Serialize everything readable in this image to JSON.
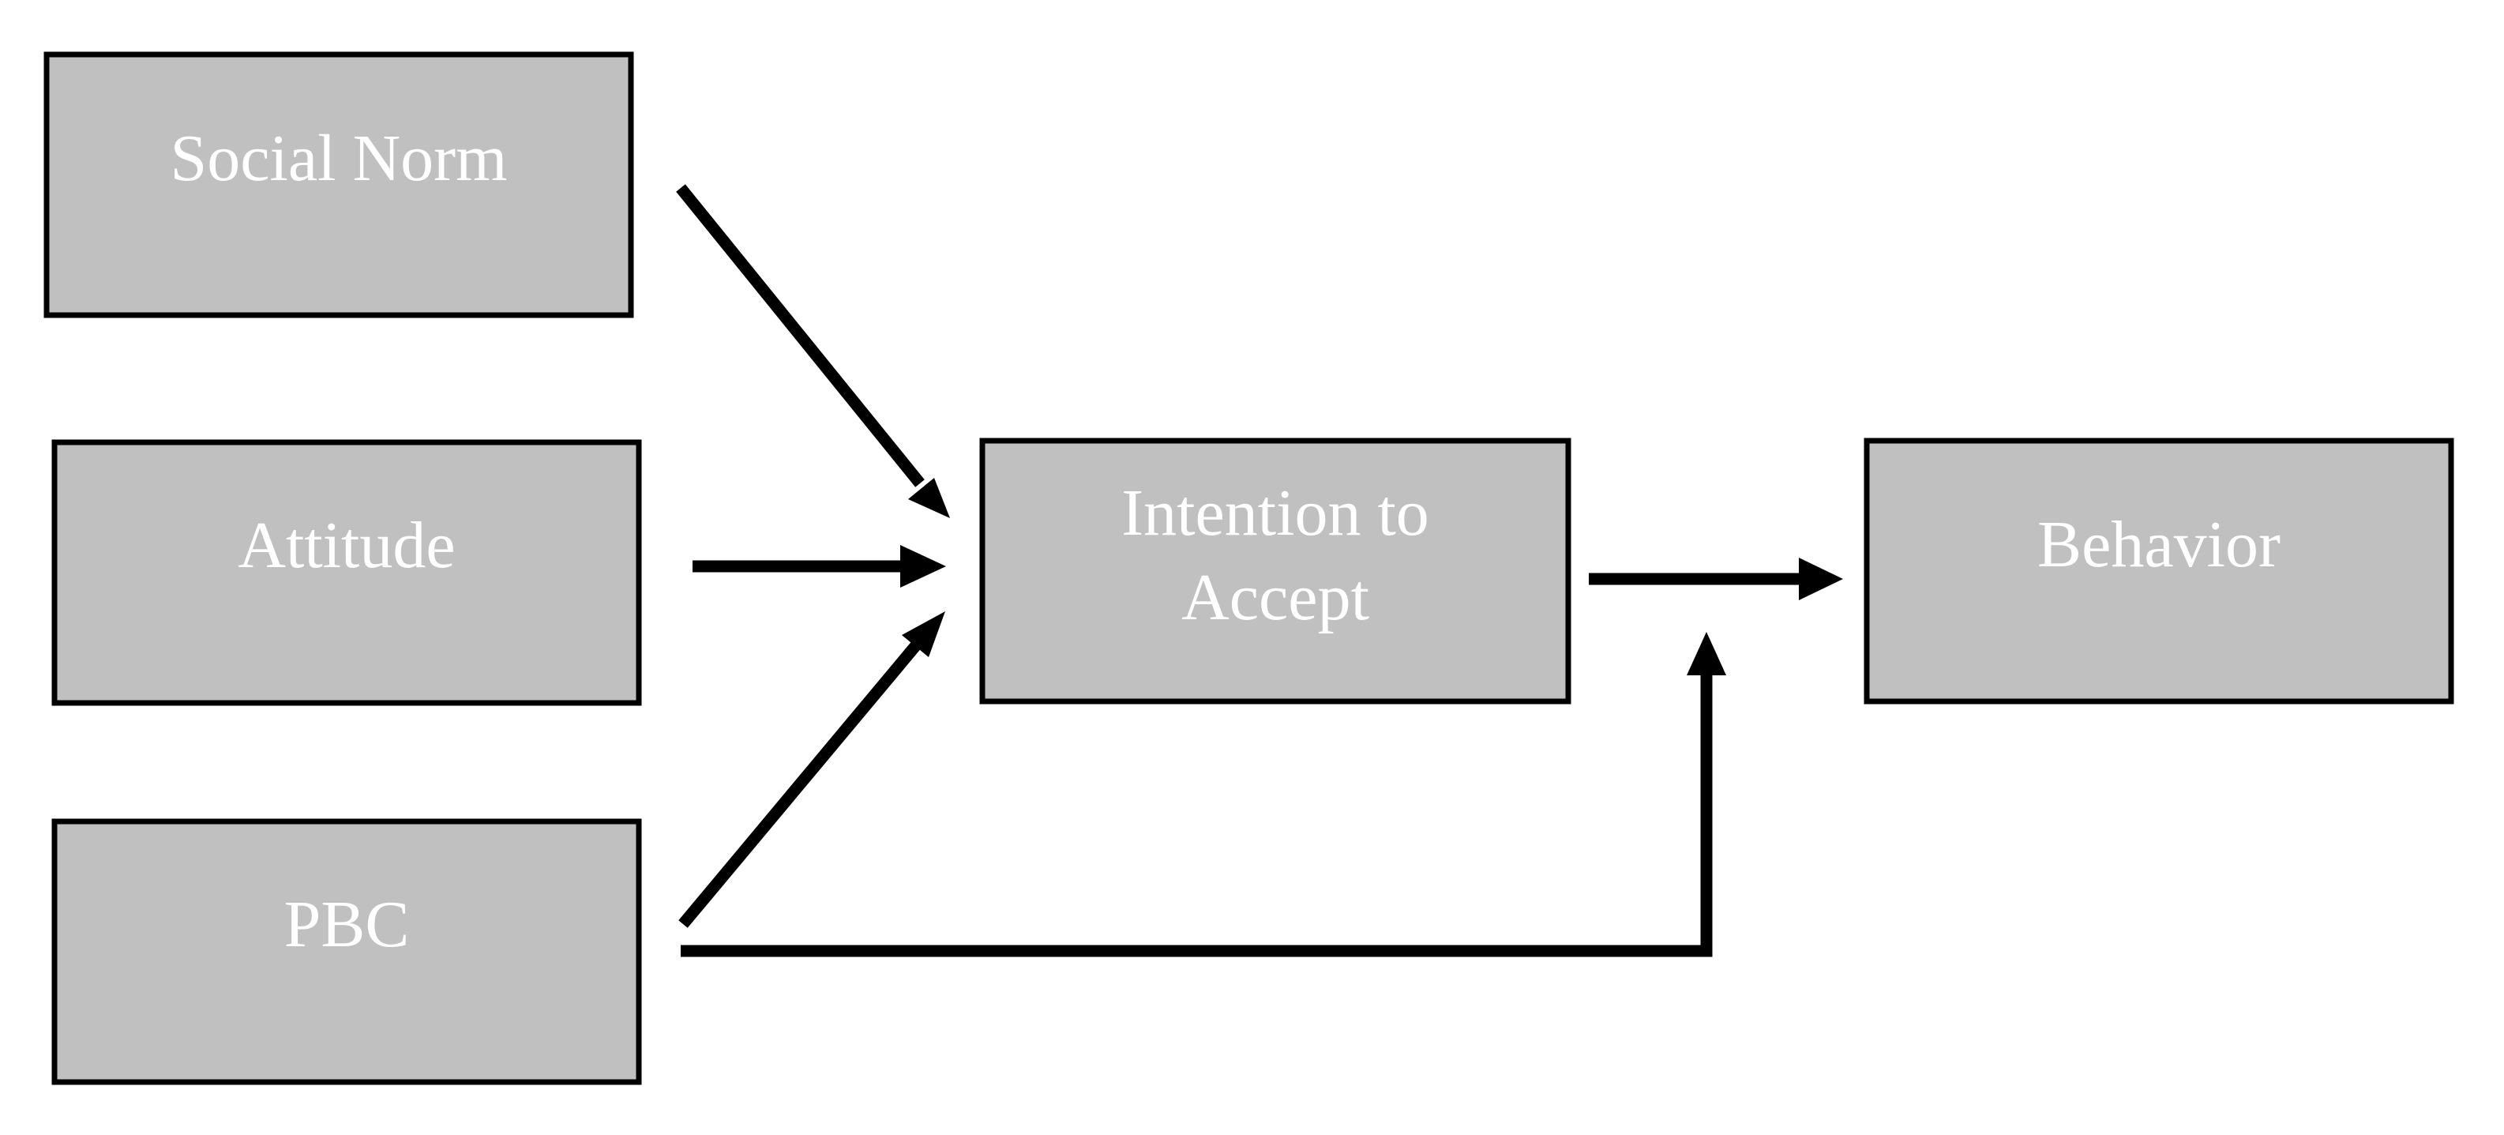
{
  "diagram": {
    "nodes": [
      {
        "id": "social-norm",
        "lines": [
          "Social Norm"
        ]
      },
      {
        "id": "attitude",
        "lines": [
          "Attitude"
        ]
      },
      {
        "id": "pbc",
        "lines": [
          "PBC"
        ]
      },
      {
        "id": "intention",
        "lines": [
          "Intention to",
          "Accept"
        ]
      },
      {
        "id": "behavior",
        "lines": [
          "Behavior"
        ]
      }
    ],
    "edges": [
      {
        "id": "social-norm-to-intention",
        "from": "social-norm",
        "to": "intention"
      },
      {
        "id": "attitude-to-intention",
        "from": "attitude",
        "to": "intention"
      },
      {
        "id": "pbc-to-intention",
        "from": "pbc",
        "to": "intention"
      },
      {
        "id": "intention-to-behavior",
        "from": "intention",
        "to": "behavior"
      },
      {
        "id": "pbc-to-behavior",
        "from": "pbc",
        "to": "intention-to-behavior"
      }
    ],
    "colors": {
      "node_fill": "#c0c0c0",
      "node_border": "#000000",
      "label": "#ffffff",
      "arrow": "#000000",
      "background": "#ffffff"
    }
  }
}
